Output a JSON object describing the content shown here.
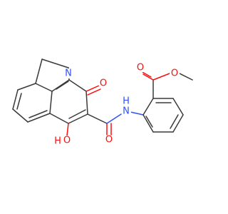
{
  "colors": {
    "bond": "#3a3a3a",
    "oxygen": "#ff0d0d",
    "nitrogen": "#3050f8",
    "background": "#ffffff"
  },
  "atoms": {
    "n_ring": "N",
    "o_ketone": "O",
    "o_hydroxyl": "O",
    "h_hydroxyl": "H",
    "n_amide": "N",
    "h_amide": "H",
    "o_amide": "O",
    "o_ester_carbonyl": "O",
    "o_ester_ether": "O"
  }
}
